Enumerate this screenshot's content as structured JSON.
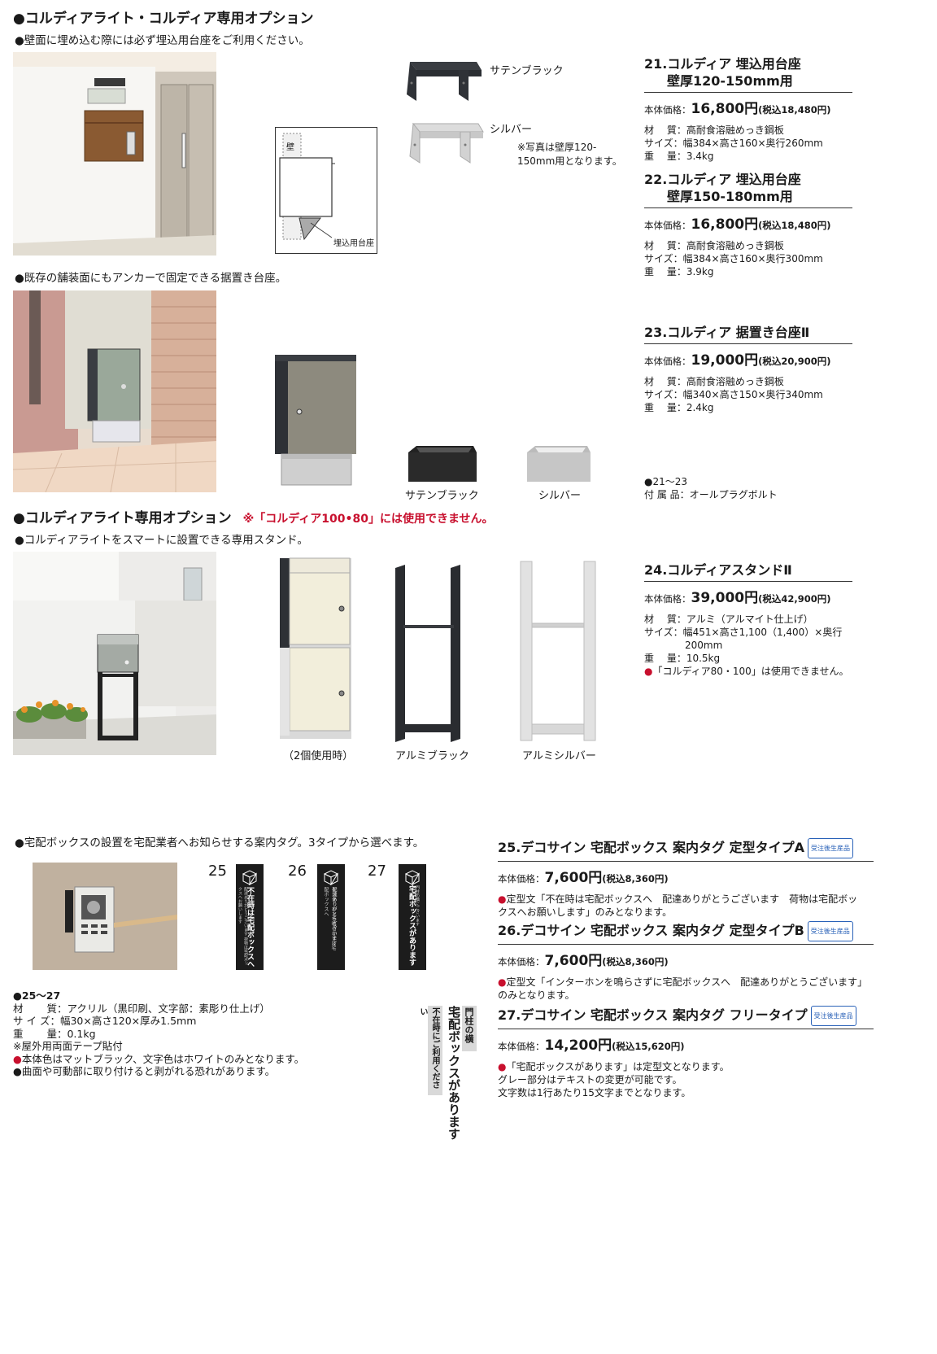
{
  "sec1": {
    "heading": "●コルディアライト・コルディア専用オプション",
    "sub1": "●壁面に埋め込む際には必ず埋込用台座をご利用ください。",
    "cap_black": "サテンブラック",
    "cap_silver": "シルバー",
    "photo_note_l1": "※写真は壁厚120-",
    "photo_note_l2": "150mm用となります。",
    "diag_wall": "壁",
    "diag_base": "埋込用台座",
    "sub2": "●既存の舗装面にもアンカーで固定できる据置き台座。",
    "cap2_black": "サテンブラック",
    "cap2_silver": "シルバー"
  },
  "p21": {
    "title_l1": "21.コルディア 埋込用台座",
    "title_l2": "壁厚120-150mm用",
    "price_label": "本体価格：",
    "price": "16,800円",
    "tax": "(税込18,480円)",
    "specs": [
      "材　 質：高耐食溶融めっき鋼板",
      "サイズ：幅384×高さ160×奥行260mm",
      "重　 量：3.4kg"
    ]
  },
  "p22": {
    "title_l1": "22.コルディア 埋込用台座",
    "title_l2": "壁厚150-180mm用",
    "price_label": "本体価格：",
    "price": "16,800円",
    "tax": "(税込18,480円)",
    "specs": [
      "材　 質：高耐食溶融めっき鋼板",
      "サイズ：幅384×高さ160×奥行300mm",
      "重　 量：3.9kg"
    ]
  },
  "p23": {
    "title": "23.コルディア 据置き台座Ⅱ",
    "price_label": "本体価格：",
    "price": "19,000円",
    "tax": "(税込20,900円)",
    "specs": [
      "材　 質：高耐食溶融めっき鋼板",
      "サイズ：幅340×高さ150×奥行340mm",
      "重　 量：2.4kg"
    ]
  },
  "common": {
    "range": "●21〜23",
    "accessory": "付 属 品：オールプラグボルト"
  },
  "sec2": {
    "heading": "●コルディアライト専用オプション",
    "warn": "※「コルディア100•80」には使用できません。",
    "sub": "●コルディアライトをスマートに設置できる専用スタンド。",
    "cap_double": "（2個使用時）",
    "cap_black": "アルミブラック",
    "cap_silver": "アルミシルバー"
  },
  "p24": {
    "title": "24.コルディアスタンドⅡ",
    "price_label": "本体価格：",
    "price": "39,000円",
    "tax": "(税込42,900円)",
    "spec1": "材　 質：アルミ（アルマイト仕上げ）",
    "spec2": "サイズ：幅451×高さ1,100（1,400）×奥行",
    "spec2b": "200mm",
    "spec3": "重　 量：10.5kg",
    "note_bullet": "●",
    "note": "「コルディア80・100」は使用できません。"
  },
  "sec3": {
    "sub": "●宅配ボックスの設置を宅配業者へお知らせする案内タグ。3タイプから選べます。",
    "num25": "25",
    "num26": "26",
    "num27": "27",
    "tag25_text": "不在時は宅配ボックスへ",
    "tag25_small": "配達ありがとうございます 荷物は宅配ボックスへお願いします",
    "tag26_text": "配達ありがとうございます",
    "tag26_small": "インターホンを鳴らさずに宅配ボックスへ",
    "tag27_text": "宅配ボックスがあります",
    "tag27_small": "門柱の横にございます",
    "range": "●25〜27",
    "specs": [
      "材　　 質：アクリル（黒印刷、文字部：素彫り仕上げ）",
      "サ イ ズ：幅30×高さ120×厚み1.5mm",
      "重　　 量：0.1kg",
      "※屋外用両面テープ貼付"
    ],
    "note1_bullet": "●",
    "note1": "本体色はマットブラック、文字色はホワイトのみとなります。",
    "note2": "●曲面や可動部に取り付けると剥がれる恐れがあります。",
    "sample_a": "門柱の横に",
    "sample_b": "宅配ボックスがあります",
    "sample_c": "不在時にご利用ください"
  },
  "p25": {
    "title": "25.デコサイン 宅配ボックス 案内タグ 定型タイプA",
    "badge": "受注後生産品",
    "price_label": "本体価格：",
    "price": "7,600円",
    "tax": "(税込8,360円)",
    "note_bullet": "●",
    "note_l1": "定型文「不在時は宅配ボックスへ　配達ありがとうございます　荷物は宅配ボッ",
    "note_l2": "クスへお願いします」のみとなります。"
  },
  "p26": {
    "title": "26.デコサイン 宅配ボックス 案内タグ 定型タイプB",
    "badge": "受注後生産品",
    "price_label": "本体価格：",
    "price": "7,600円",
    "tax": "(税込8,360円)",
    "note_bullet": "●",
    "note_l1": "定型文「インターホンを鳴らさずに宅配ボックスへ　配達ありがとうございます」",
    "note_l2": "のみとなります。"
  },
  "p27": {
    "title": "27.デコサイン 宅配ボックス 案内タグ フリータイプ",
    "badge": "受注後生産品",
    "price_label": "本体価格：",
    "price": "14,200円",
    "tax": "(税込15,620円)",
    "note_bullet": "●",
    "note_l1": "「宅配ボックスがあります」は定型文となります。",
    "note_l2": "グレー部分はテキストの変更が可能です。",
    "note_l3": "文字数は1行あたり15文字までとなります。"
  }
}
